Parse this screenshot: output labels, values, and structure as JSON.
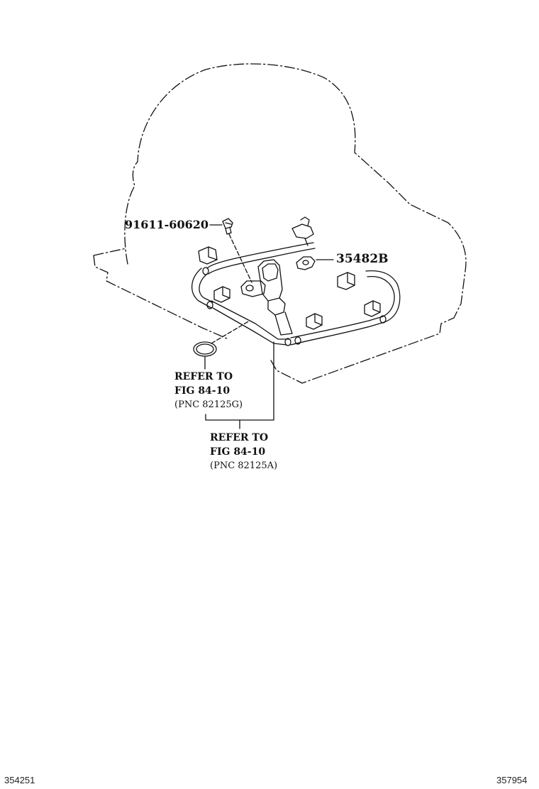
{
  "parts": {
    "bolt": "91611-60620",
    "clamp": "35482B"
  },
  "refs": {
    "oring": {
      "line1": "REFER TO",
      "line2": "FIG 84-10",
      "line3": "(PNC 82125G)"
    },
    "harness": {
      "line1": "REFER TO",
      "line2": "FIG 84-10",
      "line3": "(PNC 82125A)"
    }
  },
  "footer": {
    "left_id": "354251",
    "right_id": "357954"
  },
  "colors": {
    "line": "#111111",
    "background": "#ffffff"
  }
}
